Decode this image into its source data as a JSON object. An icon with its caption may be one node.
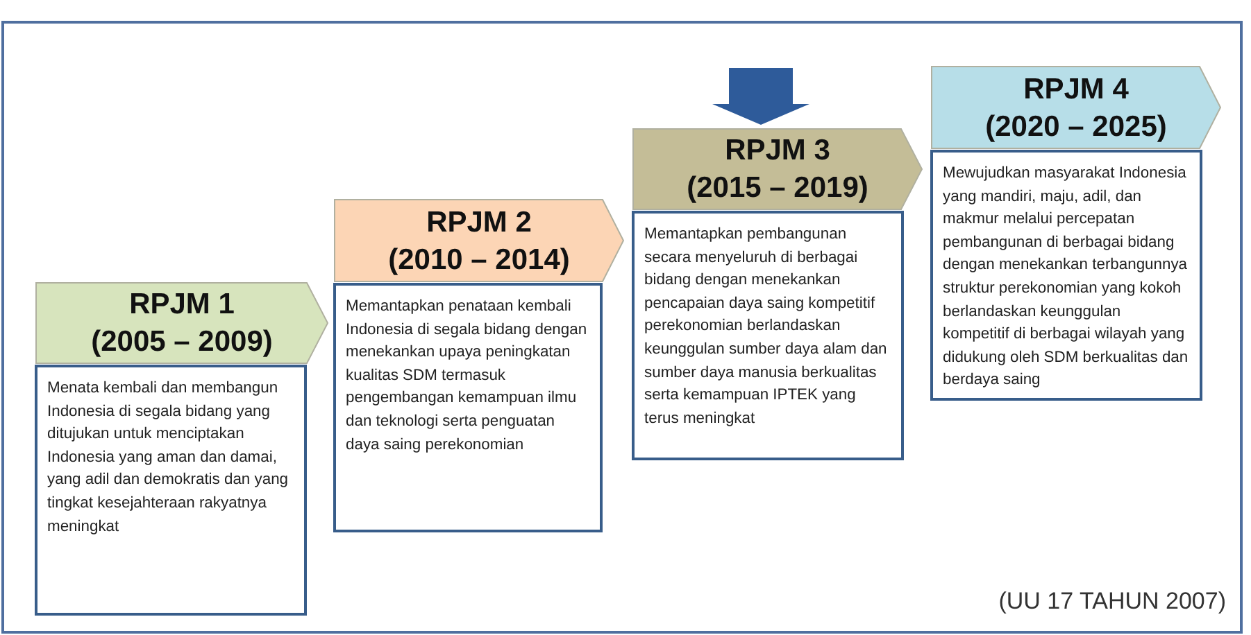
{
  "diagram": {
    "nodes": [
      {
        "text": [
          "RPJM 1",
          "(2005 – 2009)"
        ]
      },
      {
        "text": [
          "Menata kembali dan membangun Indonesia di segala bidang yang ditujukan untuk menciptakan Indonesia yang aman dan damai, yang adil dan demokratis dan yang tingkat kesejahteraan rakyatnya meningkat"
        ]
      },
      {
        "text": [
          "RPJM 2",
          "(2010 – 2014)"
        ]
      },
      {
        "text": [
          "Memantapkan penataan kembali Indonesia di segala bidang dengan menekankan upaya peningkatan kualitas SDM termasuk pengembangan kemampuan ilmu dan teknologi serta penguatan daya saing perekonomian"
        ]
      },
      {
        "text": [
          "RPJM 3",
          "(2015 – 2019)"
        ]
      },
      {
        "text": [
          "Memantapkan pembangunan secara menyeluruh di berbagai bidang dengan menekankan pencapaian daya saing kompetitif perekonomian berlandaskan keunggulan sumber daya alam dan sumber daya manusia berkualitas serta kemampuan IPTEK yang terus meningkat"
        ]
      },
      {
        "text": [
          "RPJM 4",
          "(2020 – 2025)"
        ]
      },
      {
        "text": [
          "Mewujudkan masyarakat Indonesia yang mandiri, maju, adil, dan makmur melalui percepatan pembangunan di berbagai bidang dengan menekankan terbangunnya struktur perekonomian yang kokoh berlandaskan keunggulan kompetitif di berbagai wilayah yang didukung oleh SDM berkualitas dan berdaya saing"
        ]
      }
    ],
    "edges": [
      {
        "from": null,
        "to": 4,
        "arrow": "to"
      }
    ],
    "labels": [
      "(UU 17 TAHUN 2007)"
    ]
  }
}
